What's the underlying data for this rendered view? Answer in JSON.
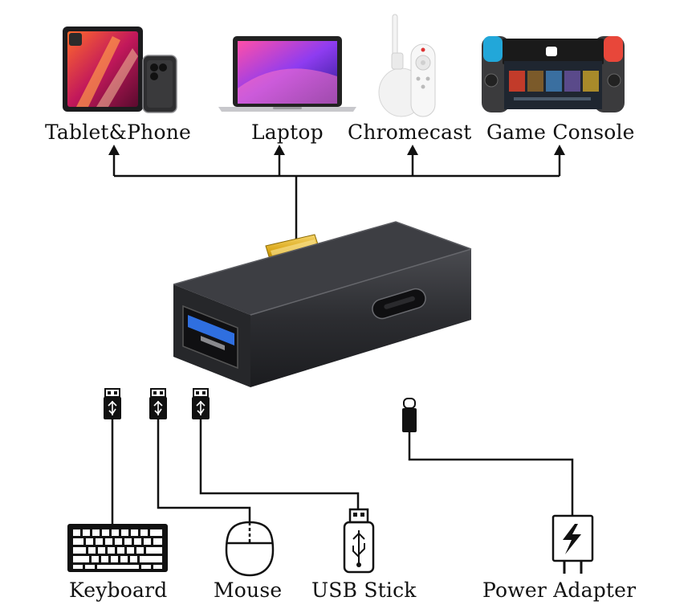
{
  "devices_top": {
    "tablet_phone": "Tablet&Phone",
    "laptop": "Laptop",
    "chromecast": "Chromecast",
    "game_console": "Game Console"
  },
  "devices_bottom": {
    "keyboard": "Keyboard",
    "mouse": "Mouse",
    "usb_stick": "USB Stick",
    "power_adapter": "Power Adapter"
  },
  "colors": {
    "line": "#111111",
    "adapter_body": "#2b2b2e",
    "usb_port_blue": "#2f6fe0",
    "usb_c_gold": "#d9a514"
  },
  "icons": [
    "tablet-icon",
    "phone-icon",
    "laptop-icon",
    "chromecast-icon",
    "remote-icon",
    "game-console-icon",
    "usb-c-adapter-icon",
    "usb-a-plug-icon",
    "usb-c-plug-icon",
    "keyboard-icon",
    "mouse-icon",
    "usb-stick-icon",
    "power-adapter-icon"
  ]
}
